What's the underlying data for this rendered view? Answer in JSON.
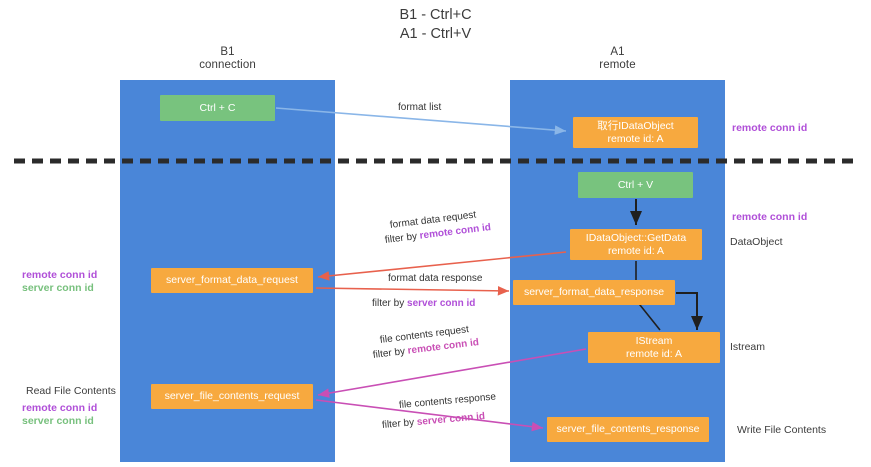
{
  "title": {
    "line1": "B1 - Ctrl+C",
    "line2": "A1 - Ctrl+V"
  },
  "lanes": [
    {
      "id": "b1",
      "name": "B1",
      "sub": "connection"
    },
    {
      "id": "a1",
      "name": "A1",
      "sub": "remote"
    }
  ],
  "nodes": {
    "ctrl_c": {
      "label": "Ctrl + C",
      "color": "#78c37e"
    },
    "ctrl_v": {
      "label": "Ctrl + V",
      "color": "#78c37e"
    },
    "idataobject": {
      "label": "取行IDataObject",
      "sub": "remote id: A",
      "color": "#f7a93f"
    },
    "getdata": {
      "label": "IDataObject::GetData",
      "sub": "remote id: A",
      "color": "#f7a93f"
    },
    "server_format_data_request": {
      "label": "server_format_data_request",
      "color": "#f7a93f"
    },
    "server_format_data_response": {
      "label": "server_format_data_response",
      "color": "#f7a93f"
    },
    "istream": {
      "label": "IStream",
      "sub": "remote id: A",
      "color": "#f7a93f"
    },
    "server_file_contents_request": {
      "label": "server_file_contents_request",
      "color": "#f7a93f"
    },
    "server_file_contents_response": {
      "label": "server_file_contents_response",
      "color": "#f7a93f"
    }
  },
  "edges": {
    "format_list": {
      "label": "format list",
      "color": "#8ab6e8"
    },
    "format_data_request": {
      "label": "format data request",
      "filter_prefix": "filter by ",
      "filter_key": "remote conn id",
      "color": "#e8614d"
    },
    "format_data_response": {
      "label": "format data response",
      "filter_prefix": "filter by ",
      "filter_key": "server conn id",
      "color": "#e8614d"
    },
    "file_contents_request": {
      "label": "file contents request",
      "filter_prefix": "filter by ",
      "filter_key": "remote conn id",
      "color": "#c94fb5"
    },
    "file_contents_response": {
      "label": "file contents response",
      "filter_prefix": "filter by ",
      "filter_key": "server conn id",
      "color": "#c94fb5"
    }
  },
  "annotations": {
    "right_remote_conn_id_top": "remote conn id",
    "right_remote_conn_id_mid": "remote conn id",
    "dataobject": "DataObject",
    "istream": "Istream",
    "write_file_contents": "Write File Contents",
    "read_file_contents": "Read File Contents",
    "left_remote_conn_id": "remote conn id",
    "left_server_conn_id": "server conn id",
    "left_remote_conn_id_2": "remote conn id",
    "left_server_conn_id_2": "server conn id"
  },
  "colors": {
    "lane": "#4a86d8",
    "green_node": "#78c37e",
    "orange_node": "#f7a93f",
    "purple_text": "#b04fd8",
    "green_text": "#77c07d",
    "divider": "#2b2b2b",
    "red_arrow": "#e8614d",
    "pink_arrow": "#c94fb5",
    "blue_arrow": "#8ab6e8"
  }
}
